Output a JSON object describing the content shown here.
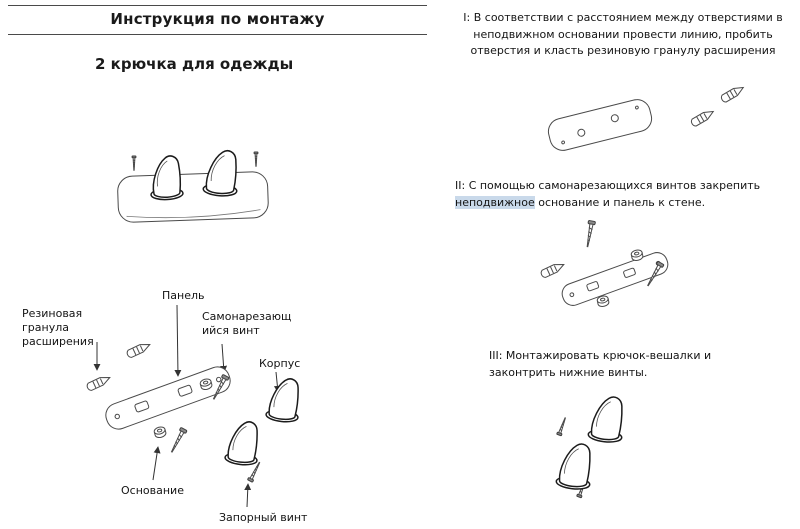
{
  "header": {
    "title": "Инструкция по монтажу"
  },
  "left": {
    "subtitle": "2 крючка для одежды",
    "labels": {
      "rubber_granule": "Резиновая гранула расширения",
      "panel": "Панель",
      "self_tapping_screw": "Самонарезающийся винт",
      "body": "Корпус",
      "base": "Основание",
      "locking_screw": "Запорный винт"
    }
  },
  "steps": {
    "step1": {
      "text": "I: В соответствии с расстоянием между отверстиями в неподвижном основании провести линию, пробить отверстия и класть резиновую гранулу расширения"
    },
    "step2": {
      "text_pre": "II: С помощью самонарезающихся винтов закрепить ",
      "text_highlight": "неподвижное",
      "text_post": " основание и панель к стене."
    },
    "step3": {
      "text": "III: Монтажировать крючок-вешалки и законтрить нижние винты."
    }
  },
  "colors": {
    "line": "#4a4a4a",
    "hook_outline": "#1b1b1b",
    "highlight": "#c9d9ea",
    "text": "#1a1a1a"
  }
}
